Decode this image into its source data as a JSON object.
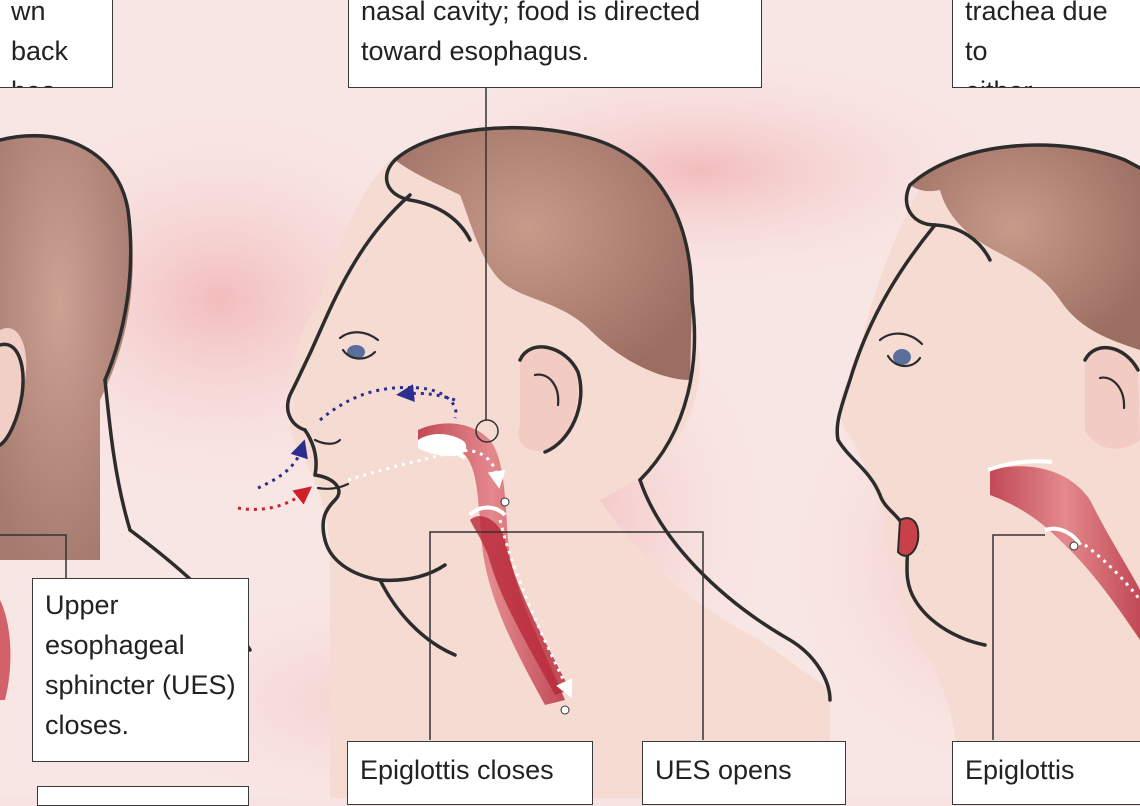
{
  "labels": {
    "top_left": "wn back\nhea.",
    "top_center": "nasal cavity; food is directed\ntoward esophagus.",
    "top_right": "trachea due to\neither anatom",
    "ues_closes": "Upper\nesophageal\nsphincter (UES)\ncloses.",
    "epiglottis_closes": "Epiglottis closes",
    "ues_opens": "UES opens",
    "epiglottis_right": "Epiglottis"
  },
  "colors": {
    "background_wash": "#f4c9c9",
    "hair": "#b8877a",
    "skin": "#f5dcd4",
    "tract_red": "#c8404a",
    "air_arrow_blue": "#2a2f8f",
    "inhale_arrow_red": "#d0202a",
    "outline": "#2c2c2c"
  }
}
